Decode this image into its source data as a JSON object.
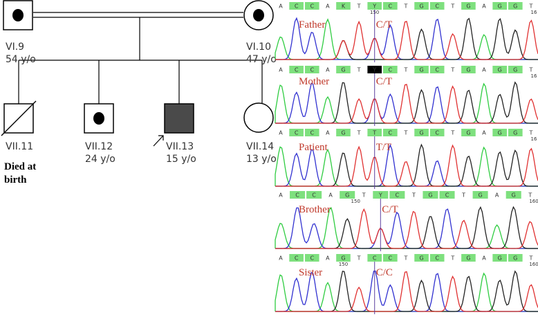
{
  "pedigree": {
    "individuals": [
      {
        "id": "VI.9",
        "age": "54 y/o",
        "sex": "male",
        "status": "carrier"
      },
      {
        "id": "VI.10",
        "age": "47 y/o",
        "sex": "female",
        "status": "carrier"
      },
      {
        "id": "VII.11",
        "note": "Died at birth",
        "sex": "male",
        "status": "deceased"
      },
      {
        "id": "VII.12",
        "age": "24 y/o",
        "sex": "male",
        "status": "carrier"
      },
      {
        "id": "VII.13",
        "age": "15 y/o",
        "sex": "male",
        "status": "affected",
        "proband": true
      },
      {
        "id": "VII.14",
        "age": "13 y/o",
        "sex": "female",
        "status": "unaffected"
      }
    ],
    "died_line1": "Died at",
    "died_line2": "birth"
  },
  "chromatograms": [
    {
      "label": "Father",
      "genotype": "C/T",
      "bases": [
        "A",
        "C",
        "C",
        "A",
        "K",
        "T",
        "Y",
        "C",
        "T",
        "G",
        "C",
        "T",
        "G",
        "A",
        "G",
        "G",
        "T"
      ],
      "position": "150",
      "end_mark": "16"
    },
    {
      "label": "Mother",
      "genotype": "C/T",
      "bases": [
        "A",
        "C",
        "C",
        "A",
        "G",
        "T",
        "Y",
        "C",
        "T",
        "G",
        "C",
        "T",
        "G",
        "A",
        "G",
        "G",
        "T"
      ],
      "end_mark": "16"
    },
    {
      "label": "Patient",
      "genotype": "T/T",
      "bases": [
        "A",
        "C",
        "C",
        "A",
        "G",
        "T",
        "T",
        "C",
        "T",
        "G",
        "C",
        "T",
        "G",
        "A",
        "G",
        "G",
        "T"
      ],
      "end_mark": "16"
    },
    {
      "label": "Brother",
      "genotype": "C/T",
      "bases": [
        "A",
        "C",
        "C",
        "A",
        "G",
        "T",
        "Y",
        "C",
        "T",
        "G",
        "C",
        "T",
        "G",
        "A",
        "G",
        "T"
      ],
      "position": "150",
      "end_mark": "160"
    },
    {
      "label": "Sister",
      "genotype": "C/C",
      "bases": [
        "A",
        "C",
        "C",
        "A",
        "G",
        "T",
        "C",
        "C",
        "T",
        "G",
        "C",
        "T",
        "G",
        "A",
        "G",
        "G",
        "T"
      ],
      "position": "150",
      "end_mark": "160"
    }
  ],
  "colors": {
    "trace_A": "#2ecc40",
    "trace_C": "#3030d0",
    "trace_G": "#222222",
    "trace_T": "#e03030",
    "highlight": "#7ee07e",
    "label": "#c0392b"
  }
}
